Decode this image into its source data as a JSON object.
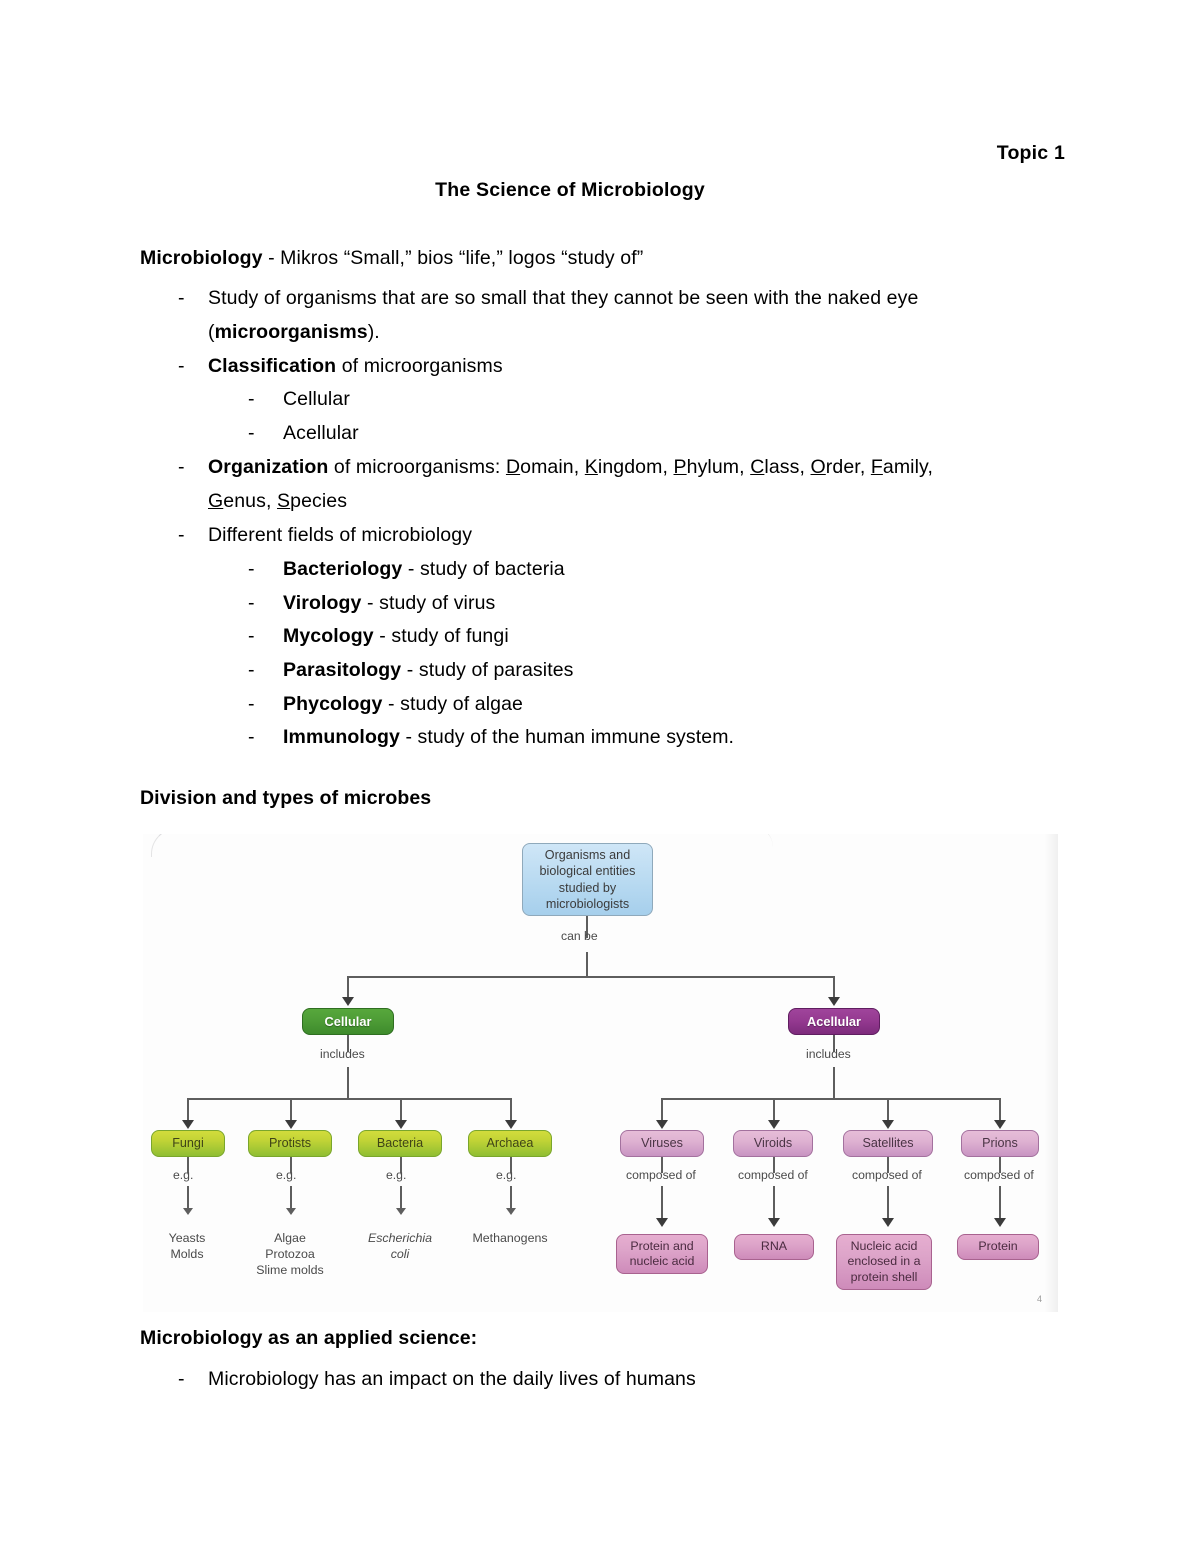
{
  "header": {
    "topic": "Topic 1",
    "title": "The Science of Microbiology"
  },
  "lead": {
    "term": "Microbiology",
    "definition": " - Mikros “Small,” bios “life,” logos “study of”"
  },
  "bullets": {
    "dash": "-",
    "study_line1": "Study of organisms that are so small that they cannot be seen with the naked eye",
    "study_bold": "microorganisms",
    "classification_bold": "Classification",
    "classification_rest": " of microorganisms",
    "cellular": "Cellular",
    "acellular": "Acellular",
    "organization_bold": "Organization",
    "organization_rest": " of microorganisms: ",
    "ranks_line1": [
      "Domain",
      "Kingdom",
      "Phylum",
      "Class",
      "Order",
      "Family"
    ],
    "ranks_line2": [
      "Genus",
      "Species"
    ],
    "fields_intro": "Different fields of microbiology",
    "fields": [
      {
        "name": "Bacteriology",
        "desc": " - study of bacteria"
      },
      {
        "name": "Virology",
        "desc": " - study of virus"
      },
      {
        "name": "Mycology",
        "desc": " - study of fungi"
      },
      {
        "name": "Parasitology",
        "desc": " - study of parasites"
      },
      {
        "name": "Phycology",
        "desc": " - study of algae"
      },
      {
        "name": "Immunology",
        "desc": " - study of the human immune system."
      }
    ]
  },
  "sections": {
    "division_heading": "Division and types of microbes",
    "applied_heading": "Microbiology as an applied science:",
    "applied_bullet": "Microbiology has an impact on the daily lives of humans"
  },
  "diagram": {
    "page_marker": "4",
    "root": "Organisms and biological entities studied by microbiologists",
    "root_edge_label": "can be",
    "branches": [
      {
        "label": "Cellular",
        "color": "#4f9e37",
        "edge_label": "includes"
      },
      {
        "label": "Acellular",
        "color": "#953a91",
        "edge_label": "includes"
      }
    ],
    "cellular_children": [
      {
        "label": "Fungi",
        "edge_label": "e.g.",
        "examples": "Yeasts\nMolds",
        "italic": false
      },
      {
        "label": "Protists",
        "edge_label": "e.g.",
        "examples": "Algae\nProtozoa\nSlime molds",
        "italic": false
      },
      {
        "label": "Bacteria",
        "edge_label": "e.g.",
        "examples": "Escherichia\ncoli",
        "italic": true
      },
      {
        "label": "Archaea",
        "edge_label": "e.g.",
        "examples": "Methanogens",
        "italic": false
      }
    ],
    "acellular_children": [
      {
        "label": "Viruses",
        "edge_label": "composed of",
        "composition": "Protein and nucleic acid"
      },
      {
        "label": "Viroids",
        "edge_label": "composed of",
        "composition": "RNA"
      },
      {
        "label": "Satellites",
        "edge_label": "composed of",
        "composition": "Nucleic acid enclosed in a protein shell"
      },
      {
        "label": "Prions",
        "edge_label": "composed of",
        "composition": "Protein"
      }
    ],
    "colors": {
      "root_fill": "#bcdcf2",
      "cellular_fill": "#4f9e37",
      "acellular_fill": "#953a91",
      "cellular_child_fill": "#c3d436",
      "acellular_child_fill": "#dfb2d2",
      "composition_fill": "#dda4c9",
      "connector": "#5e5e5e"
    }
  }
}
